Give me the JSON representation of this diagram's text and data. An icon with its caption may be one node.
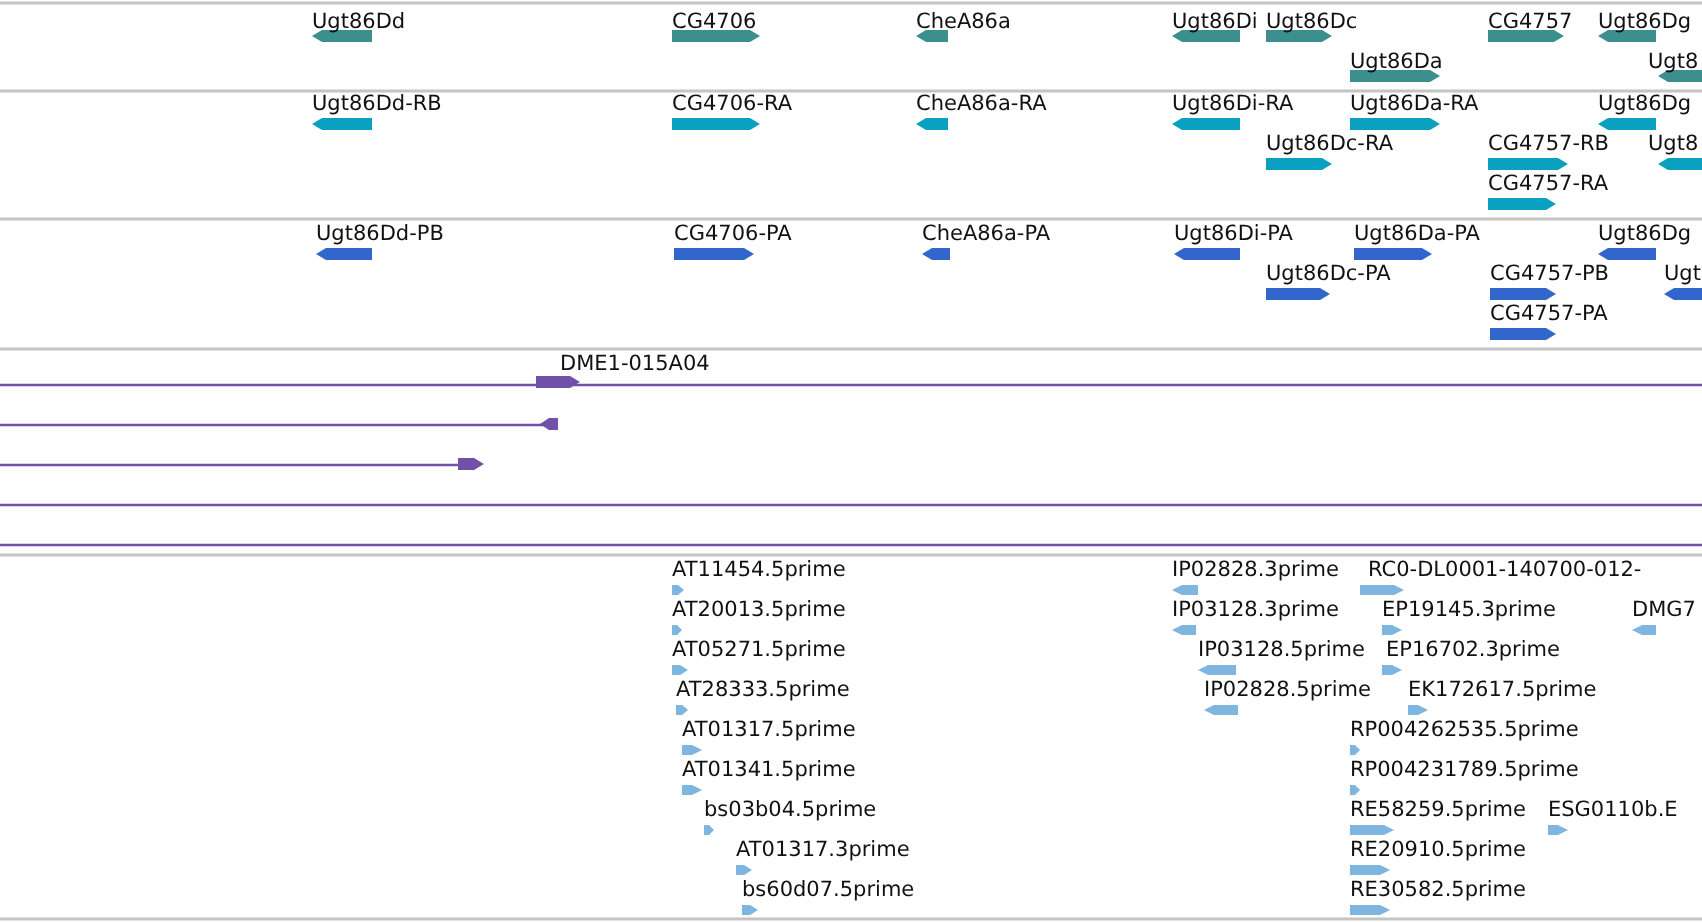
{
  "diagram": {
    "labels": [
      "Ugt86Dd",
      "CG4706",
      "CheA86a",
      "Ugt86Di",
      "Ugt86Dc",
      "CG4757",
      "Ugt86Dg",
      "Ugt86Da",
      "Ugt8",
      "Ugt86Dd-RB",
      "CG4706-RA",
      "CheA86a-RA",
      "Ugt86Di-RA",
      "Ugt86Da-RA",
      "Ugt86Dg",
      "Ugt86Dc-RA",
      "CG4757-RB",
      "Ugt8",
      "CG4757-RA",
      "Ugt86Dd-PB",
      "CG4706-PA",
      "CheA86a-PA",
      "Ugt86Di-PA",
      "Ugt86Da-PA",
      "Ugt86Dg",
      "Ugt86Dc-PA",
      "CG4757-PB",
      "Ugt",
      "CG4757-PA",
      "DME1-015A04",
      "AT11454.5prime",
      "IP02828.3prime",
      "RC0-DL0001-140700-012-",
      "AT20013.5prime",
      "IP03128.3prime",
      "EP19145.3prime",
      "DMG7",
      "AT05271.5prime",
      "IP03128.5prime",
      "EP16702.3prime",
      "AT28333.5prime",
      "IP02828.5prime",
      "EK172617.5prime",
      "AT01317.5prime",
      "RP004262535.5prime",
      "AT01341.5prime",
      "RP004231789.5prime",
      "bs03b04.5prime",
      "RE58259.5prime",
      "ESG0110b.E",
      "AT01317.3prime",
      "RE20910.5prime",
      "bs60d07.5prime",
      "RE30582.5prime"
    ]
  }
}
